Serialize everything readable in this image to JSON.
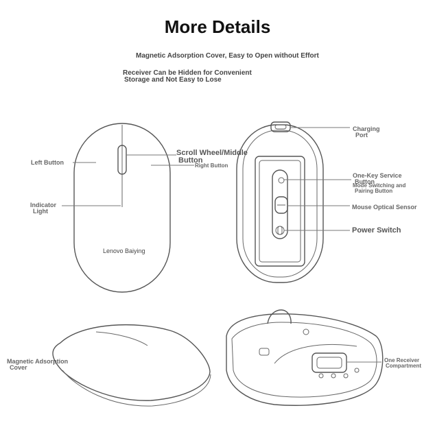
{
  "title": "More Details",
  "subtitle1": "Magnetic Adsorption Cover, Easy to Open without Effort",
  "subtitle2_line1": "Receiver Can be Hidden for Convenient",
  "subtitle2_line2": "Storage and Not Easy to Lose",
  "labels": {
    "left_button": "Left Button",
    "scroll_wheel_1": "Scroll Wheel/Middle",
    "scroll_wheel_2": "Button",
    "right_button": "Right Button",
    "indicator_1": "Indicator",
    "indicator_2": "Light",
    "brand": "Lenovo Baiying",
    "charging_1": "Charging",
    "charging_2": "Port",
    "one_key_1": "One-Key Service",
    "one_key_2": "Button",
    "mode_1": "Mode Switching and",
    "mode_2": "Pairing Button",
    "optical_sensor": "Mouse Optical Sensor",
    "power_switch": "Power Switch",
    "magnetic_cover_1": "Magnetic Adsorption",
    "magnetic_cover_2": "Cover",
    "receiver_1": "One Receiver",
    "receiver_2": "Compartment"
  },
  "colors": {
    "line": "#555555",
    "text_dark": "#111111",
    "text_label": "#666666"
  }
}
